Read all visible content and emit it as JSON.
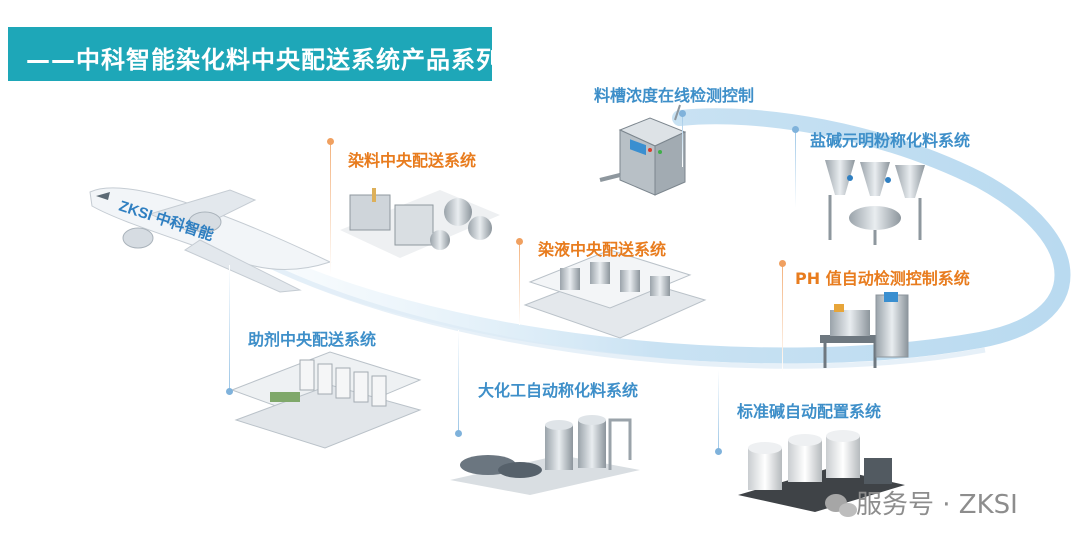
{
  "title": "——中科智能染化料中央配送系统产品系列",
  "plane_logo_text": "ZKSI 中科智能",
  "labels": {
    "dye_central": "染料中央配送系统",
    "dye_liquid": "染液中央配送系统",
    "auxiliary": "助剂中央配送系统",
    "bulk_chemical": "大化工自动称化料系统",
    "tank_concentration": "料槽浓度在线检测控制",
    "salt_alkali": "盐碱元明粉称化料系统",
    "ph_control": "PH 值自动检测控制系统",
    "standard_alkali": "标准碱自动配置系统"
  },
  "watermark": "服务号 · ZKSI",
  "colors": {
    "title_bg": "#1ea7b8",
    "orange": "#e87c1e",
    "blue": "#3e8fc9",
    "swoosh": "#cfe6f5"
  }
}
